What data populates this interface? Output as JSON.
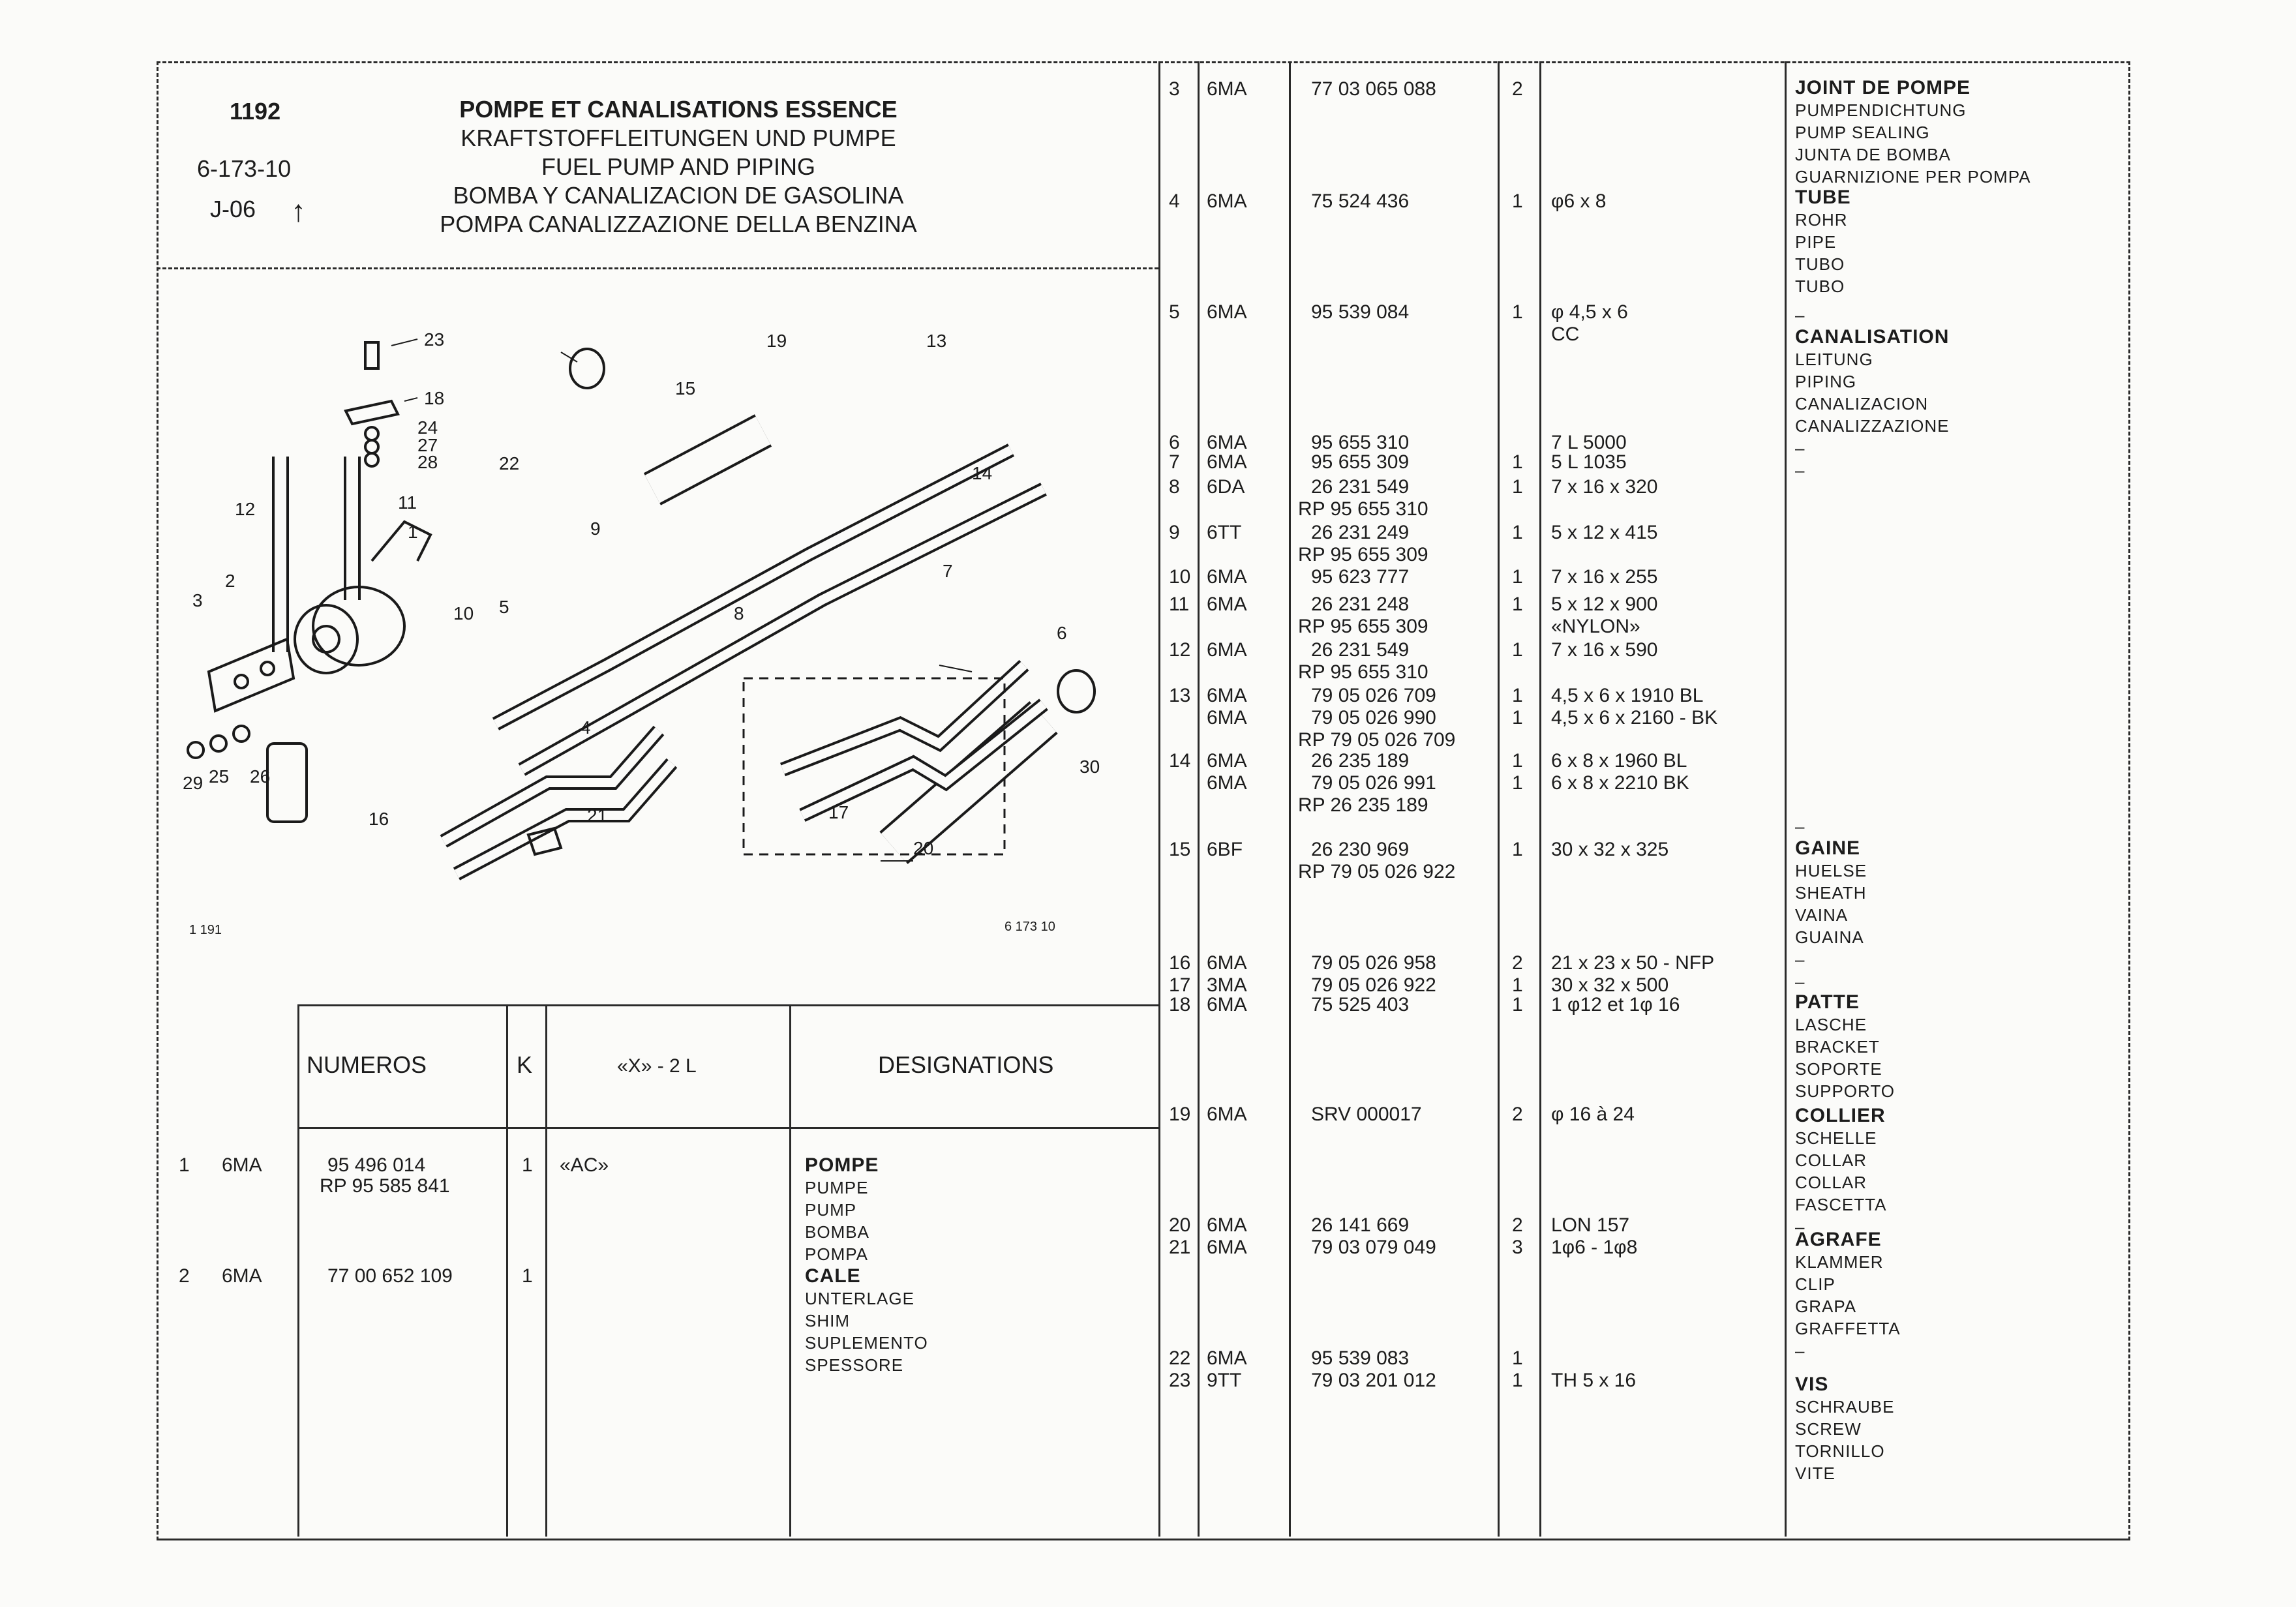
{
  "header": {
    "plate_number": "1192",
    "ref_line_1": "6-173-10",
    "ref_line_2": "J-06",
    "titles": [
      "POMPE ET CANALISATIONS ESSENCE",
      "KRAFTSTOFFLEITUNGEN UND PUMPE",
      "FUEL PUMP AND PIPING",
      "BOMBA Y CANALIZACION DE GASOLINA",
      "POMPA CANALIZZAZIONE DELLA BENZINA"
    ]
  },
  "diagram": {
    "callouts": [
      "1",
      "2",
      "3",
      "4",
      "5",
      "6",
      "7",
      "8",
      "9",
      "10",
      "11",
      "12",
      "13",
      "14",
      "15",
      "16",
      "17",
      "18",
      "19",
      "20",
      "21",
      "22",
      "23",
      "24",
      "25",
      "26",
      "27",
      "28",
      "29",
      "30"
    ],
    "left_ref": "1 191",
    "right_ref": "6 173 10"
  },
  "table_header": {
    "col_numeros": "NUMEROS",
    "col_k": "K",
    "col_x": "«X» - 2 L",
    "col_designations": "DESIGNATIONS"
  },
  "left_rows": [
    {
      "ref": "1",
      "code": "6MA",
      "numbers": [
        "95 496 014",
        "RP 95 585 841"
      ],
      "qty": "1",
      "x": "«AC»",
      "desc": [
        "POMPE",
        "PUMPE",
        "PUMP",
        "BOMBA",
        "POMPA"
      ]
    },
    {
      "ref": "2",
      "code": "6MA",
      "numbers": [
        "77 00 652 109"
      ],
      "qty": "1",
      "x": "",
      "desc": [
        "CALE",
        "UNTERLAGE",
        "SHIM",
        "SUPLEMENTO",
        "SPESSORE"
      ]
    }
  ],
  "right_rows": [
    {
      "ref": "3",
      "code": "6MA",
      "numbers": [
        "77 03 065 088"
      ],
      "qty": "2",
      "x": [
        ""
      ]
    },
    {
      "ref": "4",
      "code": "6MA",
      "numbers": [
        "75 524 436"
      ],
      "qty": "1",
      "x": [
        "φ6 x 8"
      ]
    },
    {
      "ref": "5",
      "code": "6MA",
      "numbers": [
        "95 539 084"
      ],
      "qty": "1",
      "x": [
        "φ 4,5 x 6",
        "CC"
      ]
    },
    {
      "ref": "6",
      "code": "6MA",
      "numbers": [
        "95 655 310"
      ],
      "qty": "",
      "x": [
        "7 L 5000"
      ]
    },
    {
      "ref": "7",
      "code": "6MA",
      "numbers": [
        "95 655 309"
      ],
      "qty": "1",
      "x": [
        "5 L 1035"
      ]
    },
    {
      "ref": "8",
      "code": "6DA",
      "numbers": [
        "26 231 549",
        "RP 95 655 310"
      ],
      "qty": "1",
      "x": [
        "7 x 16 x 320"
      ]
    },
    {
      "ref": "9",
      "code": "6TT",
      "numbers": [
        "26 231 249",
        "RP 95 655 309"
      ],
      "qty": "1",
      "x": [
        "5 x 12 x 415"
      ]
    },
    {
      "ref": "10",
      "code": "6MA",
      "numbers": [
        "95 623 777"
      ],
      "qty": "1",
      "x": [
        "7 x 16 x 255"
      ]
    },
    {
      "ref": "11",
      "code": "6MA",
      "numbers": [
        "26 231 248",
        "RP 95 655 309"
      ],
      "qty": "1",
      "x": [
        "5 x 12 x 900",
        "«NYLON»"
      ]
    },
    {
      "ref": "12",
      "code": "6MA",
      "numbers": [
        "26 231 549",
        "RP 95 655 310"
      ],
      "qty": "1",
      "x": [
        "7 x 16 x 590"
      ]
    },
    {
      "ref": "13",
      "code": "6MA",
      "numbers": [
        "79 05 026 709"
      ],
      "qty": "1",
      "x": [
        "4,5 x 6 x 1910 BL"
      ]
    },
    {
      "ref": "",
      "code": "6MA",
      "numbers": [
        "79 05 026 990",
        "RP 79 05 026 709"
      ],
      "qty": "1",
      "x": [
        "4,5 x 6 x 2160 - BK"
      ]
    },
    {
      "ref": "14",
      "code": "6MA",
      "numbers": [
        "26 235 189"
      ],
      "qty": "1",
      "x": [
        "6 x 8 x 1960 BL"
      ]
    },
    {
      "ref": "",
      "code": "6MA",
      "numbers": [
        "79 05 026 991",
        "RP 26 235 189"
      ],
      "qty": "1",
      "x": [
        "6 x 8 x 2210 BK"
      ]
    },
    {
      "ref": "15",
      "code": "6BF",
      "numbers": [
        "26 230 969",
        "RP 79 05 026 922"
      ],
      "qty": "1",
      "x": [
        "30 x 32 x 325"
      ]
    },
    {
      "ref": "16",
      "code": "6MA",
      "numbers": [
        "79 05 026 958"
      ],
      "qty": "2",
      "x": [
        "21 x 23 x 50 - NFP"
      ]
    },
    {
      "ref": "17",
      "code": "3MA",
      "numbers": [
        "79 05 026 922"
      ],
      "qty": "1",
      "x": [
        "30 x 32 x 500"
      ]
    },
    {
      "ref": "18",
      "code": "6MA",
      "numbers": [
        "75 525 403"
      ],
      "qty": "1",
      "x": [
        "1 φ12 et 1φ 16"
      ]
    },
    {
      "ref": "19",
      "code": "6MA",
      "numbers": [
        "SRV 000017"
      ],
      "qty": "2",
      "x": [
        "φ 16 à 24"
      ]
    },
    {
      "ref": "20",
      "code": "6MA",
      "numbers": [
        "26 141 669"
      ],
      "qty": "2",
      "x": [
        "LON 157"
      ]
    },
    {
      "ref": "21",
      "code": "6MA",
      "numbers": [
        "79 03 079 049"
      ],
      "qty": "3",
      "x": [
        "1φ6 - 1φ8"
      ]
    },
    {
      "ref": "22",
      "code": "6MA",
      "numbers": [
        "95 539 083"
      ],
      "qty": "1",
      "x": [
        ""
      ]
    },
    {
      "ref": "23",
      "code": "9TT",
      "numbers": [
        "79 03 201 012"
      ],
      "qty": "1",
      "x": [
        "TH 5 x 16"
      ]
    }
  ],
  "right_designations": [
    {
      "lines": [
        "JOINT DE POMPE",
        "PUMPENDICHTUNG",
        "PUMP SEALING",
        "JUNTA DE BOMBA",
        "GUARNIZIONE PER POMPA"
      ]
    },
    {
      "lines": [
        "TUBE",
        "ROHR",
        "PIPE",
        "TUBO",
        "TUBO"
      ]
    },
    {
      "lines": [
        "–",
        "CANALISATION",
        "LEITUNG",
        "PIPING",
        "CANALIZACION",
        "CANALIZZAZIONE",
        "–",
        "–"
      ]
    },
    {
      "lines": [
        "–",
        "GAINE",
        "HUELSE",
        "SHEATH",
        "VAINA",
        "GUAINA",
        "–",
        "–"
      ]
    },
    {
      "lines": [
        "PATTE",
        "LASCHE",
        "BRACKET",
        "SOPORTE",
        "SUPPORTO"
      ]
    },
    {
      "lines": [
        "COLLIER",
        "SCHELLE",
        "COLLAR",
        "COLLAR",
        "FASCETTA",
        "–"
      ]
    },
    {
      "lines": [
        "AGRAFE",
        "KLAMMER",
        "CLIP",
        "GRAPA",
        "GRAFFETTA",
        "–"
      ]
    },
    {
      "lines": [
        "VIS",
        "SCHRAUBE",
        "SCREW",
        "TORNILLO",
        "VITE"
      ]
    }
  ]
}
